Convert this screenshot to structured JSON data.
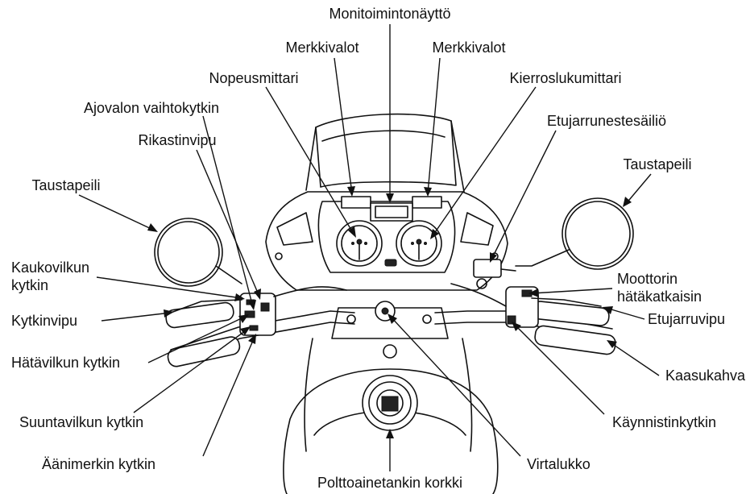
{
  "labels": {
    "monitoimintonaytto": "Monitoimintonäyttö",
    "merkkivalot_left": "Merkkivalot",
    "merkkivalot_right": "Merkkivalot",
    "nopeusmittari": "Nopeusmittari",
    "kierroslukumittari": "Kierroslukumittari",
    "ajovalon_vaihtokytkin": "Ajovalon vaihtokytkin",
    "etujarrunestesailio": "Etujarrunestesäiliö",
    "rikastinvipu": "Rikastinvipu",
    "taustapeili_left": "Taustapeili",
    "taustapeili_right": "Taustapeili",
    "kaukovilkun_line1": "Kaukovilkun",
    "kaukovilkun_line2": "kytkin",
    "moottorin_line1": "Moottorin",
    "moottorin_line2": "hätäkatkaisin",
    "kytkinvipu": "Kytkinvipu",
    "etujarruvipu": "Etujarruvipu",
    "hatavilkun_kytkin": "Hätävilkun kytkin",
    "kaasukahva": "Kaasukahva",
    "suuntavilkun_kytkin": "Suuntavilkun kytkin",
    "kaynnistinkytkin": "Käynnistinkytkin",
    "aanimerkin_kytkin": "Äänimerkin kytkin",
    "virtalukko": "Virtalukko",
    "polttoainetankin_korkki": "Polttoainetankin korkki"
  }
}
